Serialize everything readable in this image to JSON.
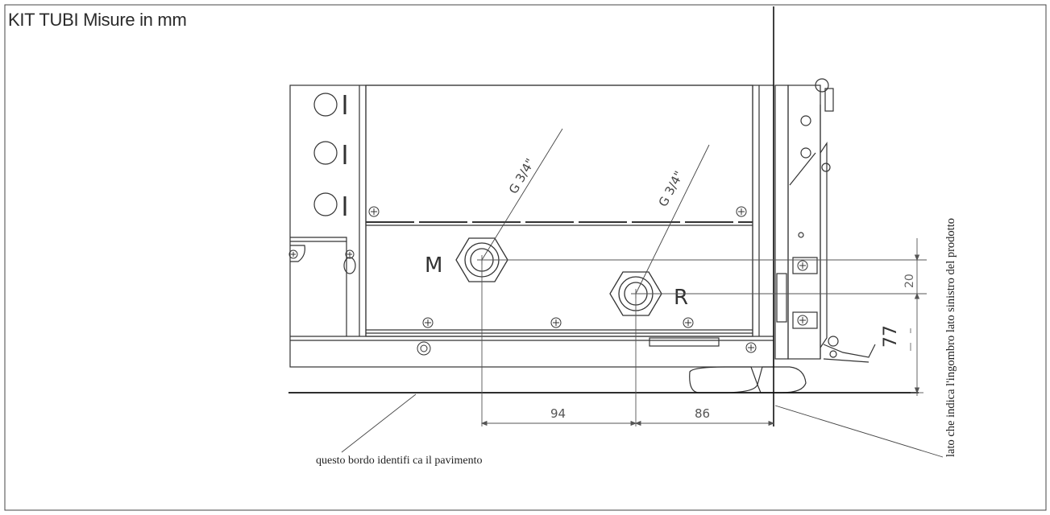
{
  "title": "KIT TUBI Misure in mm",
  "labels": {
    "supply": "M",
    "return": "R",
    "thread_supply": "G 3/4\"",
    "thread_return": "G 3/4\""
  },
  "dimensions": {
    "horizontal_left": "94",
    "horizontal_right": "86",
    "vertical_offset": "20",
    "vertical_height": "77"
  },
  "notes": {
    "floor_edge": "questo bordo identifi ca il pavimento",
    "left_side": "lato che indica l'ingombro lato sinistro del prodotto"
  }
}
